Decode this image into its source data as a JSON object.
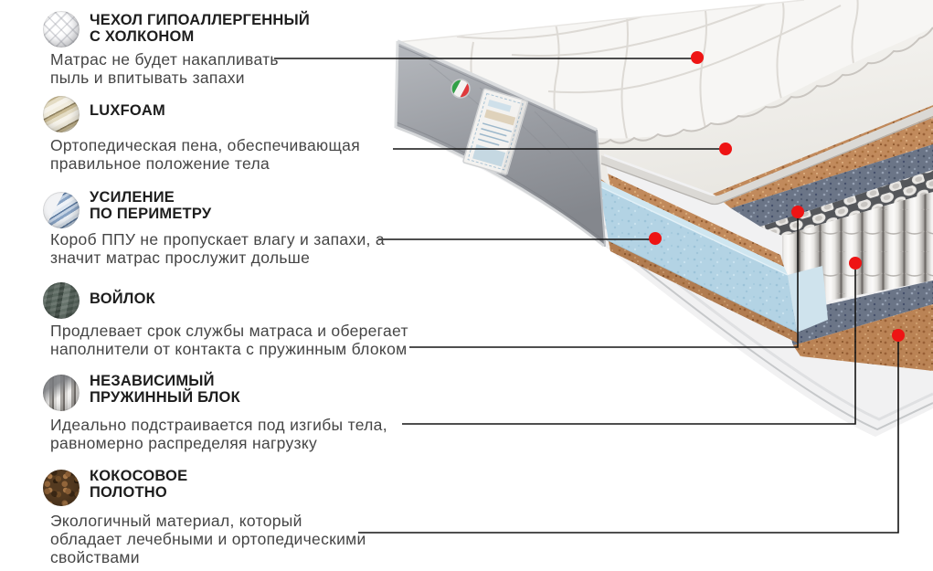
{
  "page": {
    "background": "#ffffff",
    "language": "ru",
    "subject": "mattress-layers-infographic"
  },
  "colors": {
    "marker_red": "#ee1414",
    "callout_line": "#141414",
    "heading_text": "#1d1d1d",
    "body_text": "#454545",
    "coir_layer": "#c18a5c",
    "felt_layer": "#6b7587",
    "foam_box_blue": "#b3d3e4",
    "side_panel_gray": "#9a9da3",
    "luxfoam_white": "#f3f2ef"
  },
  "sections": [
    {
      "id": "cover",
      "icon": "quilted-cover-icon",
      "title": "ЧЕХОЛ ГИПОАЛЛЕРГЕННЫЙ\nС ХОЛКОНОМ",
      "description": "Матрас не будет накапливать\nпыль и впитывать запахи"
    },
    {
      "id": "luxfoam",
      "icon": "foam-layers-icon",
      "title": "LUXFOAM",
      "description": "Ортопедическая пена, обеспечивающая\nправильное положение тела"
    },
    {
      "id": "perimeter",
      "icon": "perimeter-reinforcement-icon",
      "title": "УСИЛЕНИЕ\nПО ПЕРИМЕТРУ",
      "description": "Короб ППУ не пропускает влагу и запахи, а\nзначит матрас прослужит дольше"
    },
    {
      "id": "felt",
      "icon": "felt-icon",
      "title": "ВОЙЛОК",
      "description": "Продлевает срок службы матраса  и оберегает\nнаполнители от контакта с пружинным блоком"
    },
    {
      "id": "springs",
      "icon": "pocket-springs-icon",
      "title": "НЕЗАВИСИМЫЙ\nПРУЖИННЫЙ БЛОК",
      "description": "Идеально подстраивается под изгибы тела,\nравномерно распределяя нагрузку"
    },
    {
      "id": "coconut",
      "icon": "coconut-coir-icon",
      "title": "КОКОСОВОЕ\nПОЛОТНО",
      "description": "Экологичный материал, который\nобладает лечебными и ортопедическими\nсвойствами"
    }
  ]
}
